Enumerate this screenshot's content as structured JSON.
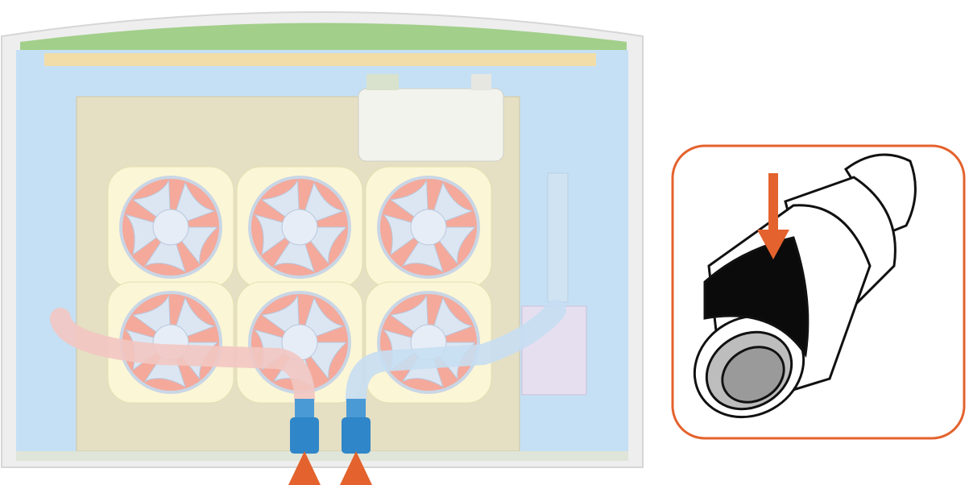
{
  "diagram": {
    "main_view": "cooling-unit-rear-view",
    "detail_view": "hose-coupling-detail",
    "fan_count": 6,
    "hoses": [
      {
        "name": "supply-hose",
        "color": "#f2c4c0"
      },
      {
        "name": "return-hose",
        "color": "#c4def0"
      }
    ],
    "connector_color": "#2f86c8",
    "callout_color": "#e4622d",
    "icons": [
      "up-arrow-icon",
      "down-arrow-icon",
      "fan-icon",
      "coupling-icon"
    ]
  }
}
